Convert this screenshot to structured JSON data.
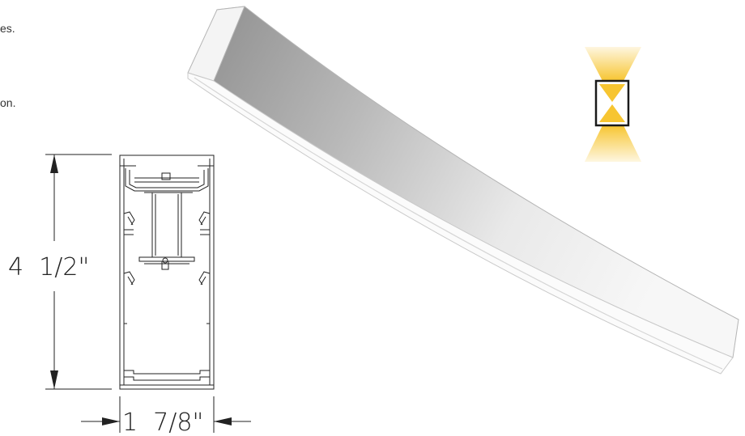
{
  "text_fragments": [
    "es.",
    "on."
  ],
  "dimensions": {
    "height": "4  1/2\"",
    "width": "1  7/8\""
  },
  "colors": {
    "line": "#222222",
    "profile_light": "#f2f2f2",
    "profile_shadow": "#9a9a9a",
    "glow": "#f7c531",
    "icon_frame": "#1a1a1a"
  },
  "icons": {
    "distribution": "up-down-light-distribution-icon",
    "profile": "curved-linear-fixture-render"
  }
}
